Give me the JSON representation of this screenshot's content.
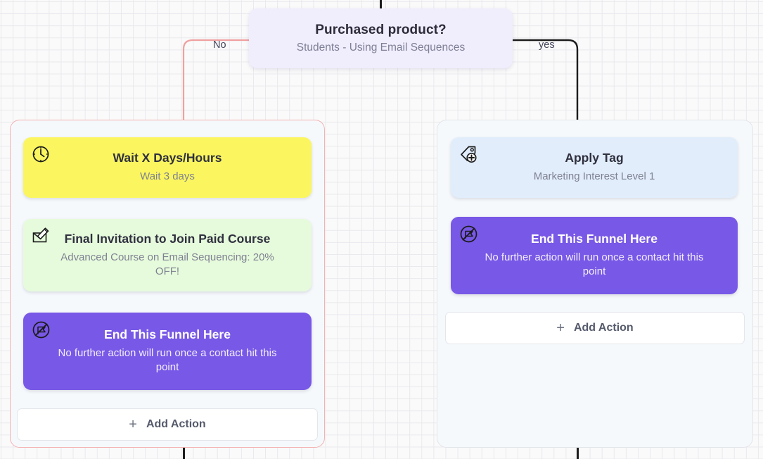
{
  "decision": {
    "title": "Purchased product?",
    "subtitle": "Students - Using Email Sequences",
    "color": "#f0edfd"
  },
  "branches": {
    "no": {
      "label": "No",
      "wire_color": "#f0a0a0",
      "border_color": "#f3b2b2"
    },
    "yes": {
      "label": "yes",
      "wire_color": "#1c1c1c",
      "border_color": "#e2e5ea"
    }
  },
  "no_branch_cards": [
    {
      "icon": "clock-icon",
      "title": "Wait X Days/Hours",
      "subtitle": "Wait 3 days",
      "color": "#fbf65f"
    },
    {
      "icon": "email-compose-icon",
      "title": "Final Invitation to Join Paid Course",
      "subtitle": "Advanced Course on Email Sequencing: 20% OFF!",
      "color": "#e6fbdc"
    },
    {
      "icon": "end-funnel-icon",
      "title": "End This Funnel Here",
      "subtitle": "No further action will run once a contact hit this point",
      "color": "#7858e6"
    }
  ],
  "yes_branch_cards": [
    {
      "icon": "tag-plus-icon",
      "title": "Apply Tag",
      "subtitle": "Marketing Interest Level 1",
      "color": "#e1edfb"
    },
    {
      "icon": "end-funnel-icon",
      "title": "End This Funnel Here",
      "subtitle": "No further action will run once a contact hit this point",
      "color": "#7858e6"
    }
  ],
  "add_action": {
    "label": "Add Action",
    "plus": "+"
  }
}
